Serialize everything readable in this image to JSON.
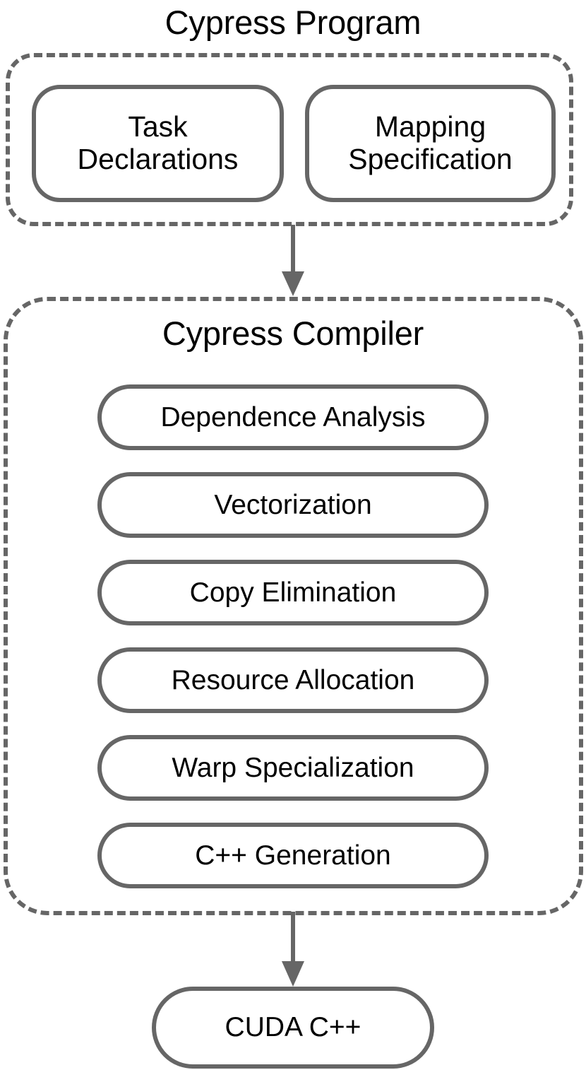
{
  "diagram": {
    "type": "flowchart",
    "orientation": "top-to-bottom",
    "groups": [
      {
        "id": "program",
        "title": "Cypress Program",
        "style": "dashed",
        "nodes": [
          {
            "id": "task-declarations",
            "label_line1": "Task",
            "label_line2": "Declarations"
          },
          {
            "id": "mapping-specification",
            "label_line1": "Mapping",
            "label_line2": "Specification"
          }
        ]
      },
      {
        "id": "compiler",
        "title": "Cypress Compiler",
        "style": "dashed",
        "nodes": [
          {
            "id": "dependence-analysis",
            "label": "Dependence Analysis"
          },
          {
            "id": "vectorization",
            "label": "Vectorization"
          },
          {
            "id": "copy-elimination",
            "label": "Copy Elimination"
          },
          {
            "id": "resource-allocation",
            "label": "Resource Allocation"
          },
          {
            "id": "warp-specialization",
            "label": "Warp Specialization"
          },
          {
            "id": "cpp-generation",
            "label": "C++ Generation"
          }
        ]
      }
    ],
    "output": {
      "id": "cuda-cpp",
      "label": "CUDA C++"
    },
    "arrows": [
      {
        "id": "program-to-compiler",
        "from": "program",
        "to": "compiler",
        "direction": "down"
      },
      {
        "id": "compiler-to-output",
        "from": "compiler",
        "to": "cuda-cpp",
        "direction": "down"
      }
    ],
    "colors": {
      "stroke": "#666666",
      "text": "#000000",
      "background": "#ffffff",
      "arrow": "#666666"
    }
  }
}
